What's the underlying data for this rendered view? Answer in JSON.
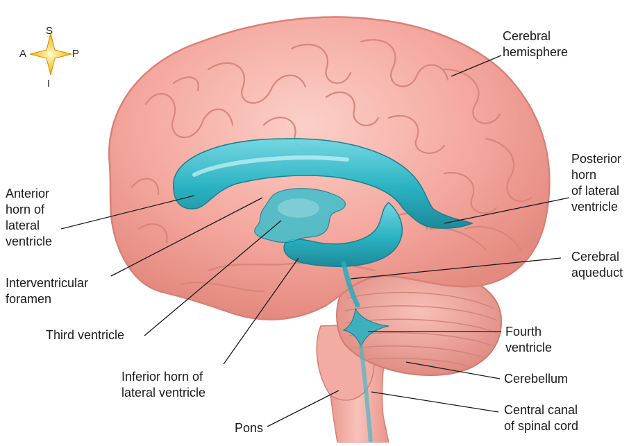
{
  "compass": {
    "superior": "S",
    "inferior": "I",
    "anterior": "A",
    "posterior": "P"
  },
  "labels": {
    "cerebral_hemisphere": [
      "Cerebral",
      "hemisphere"
    ],
    "anterior_horn": [
      "Anterior",
      "horn of",
      "lateral",
      "ventricle"
    ],
    "posterior_horn": [
      "Posterior",
      "horn",
      "of lateral",
      "ventricle"
    ],
    "interventricular_foramen": [
      "Interventricular",
      "foramen"
    ],
    "cerebral_aqueduct": [
      "Cerebral",
      "aqueduct"
    ],
    "third_ventricle": [
      "Third ventricle"
    ],
    "fourth_ventricle": [
      "Fourth",
      "ventricle"
    ],
    "inferior_horn": [
      "Inferior horn of",
      "lateral ventricle"
    ],
    "cerebellum": [
      "Cerebellum"
    ],
    "central_canal": [
      "Central canal",
      "of spinal cord"
    ],
    "pons": [
      "Pons"
    ]
  },
  "colors": {
    "brain": "#f4a79e",
    "brain_dark": "#e38a80",
    "ventricle": "#1fb3c4",
    "ventricle_light": "#7fdbe4",
    "stem": "#f2aaa2"
  }
}
